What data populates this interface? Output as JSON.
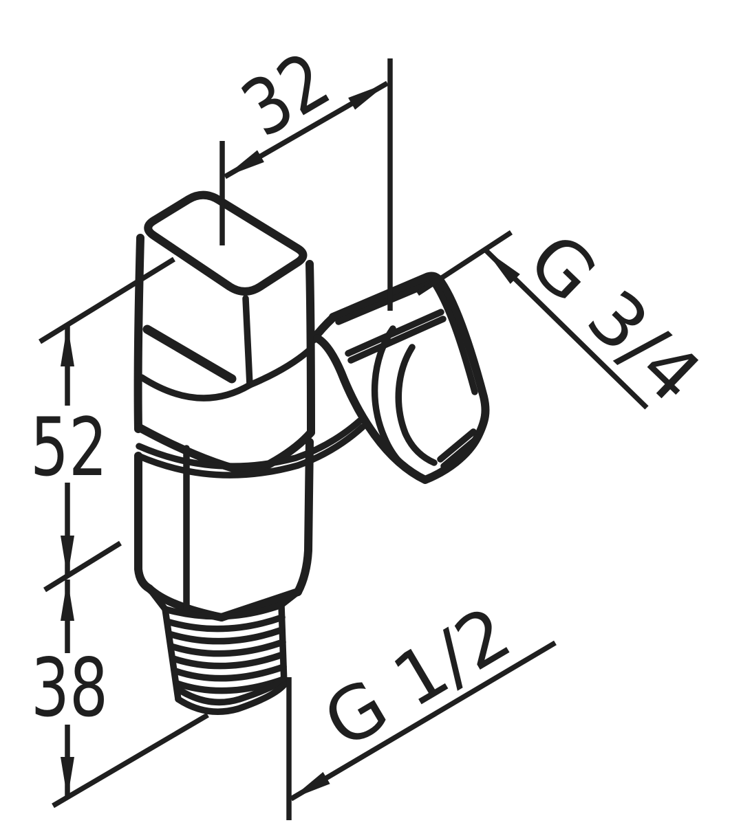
{
  "drawing": {
    "description": "Isometric technical drawing of an angle valve with dimensions",
    "colors": {
      "line": "#1f1f1f",
      "background": "#ffffff"
    },
    "dimensions": {
      "handle_width": "32",
      "upper_height": "52",
      "lower_height": "38"
    },
    "threads": {
      "outlet_nut": "G 3/4",
      "inlet_pipe": "G 1/2"
    }
  }
}
